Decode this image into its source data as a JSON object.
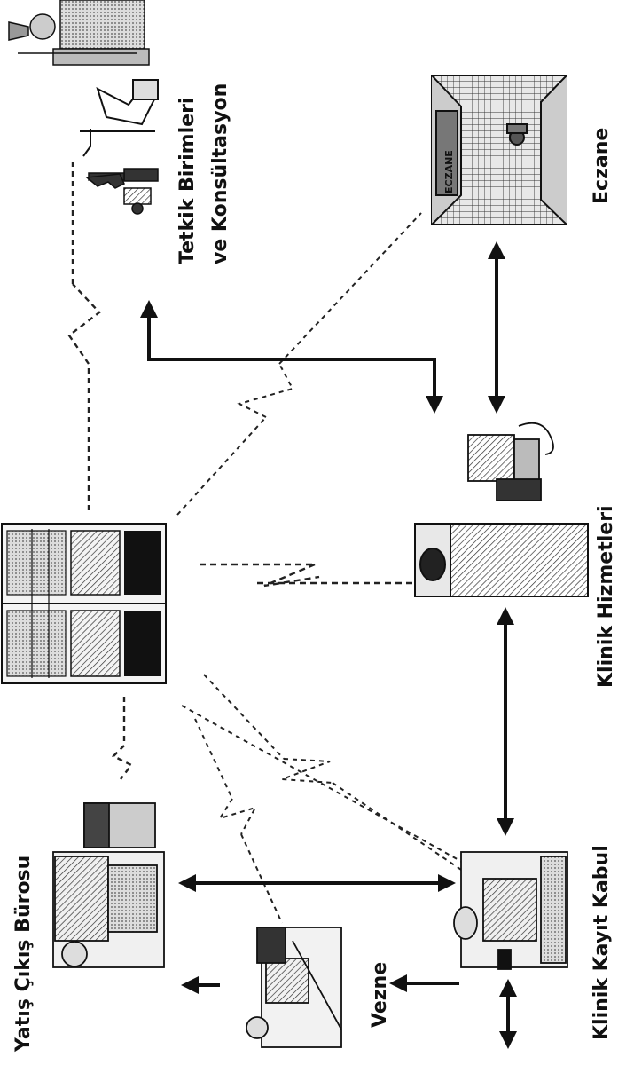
{
  "labels": {
    "yatis": "Yatış Çıkış Bürosu",
    "vezne": "Vezne",
    "kayit": "Klinik Kayıt Kabul",
    "klinik": "Klinik Hizmetleri",
    "eczane": "Eczane",
    "eczane_sign": "ECZANE",
    "tetkik_line1": "Tetkik Birimleri",
    "tetkik_line2": "ve Konsültasyon"
  }
}
